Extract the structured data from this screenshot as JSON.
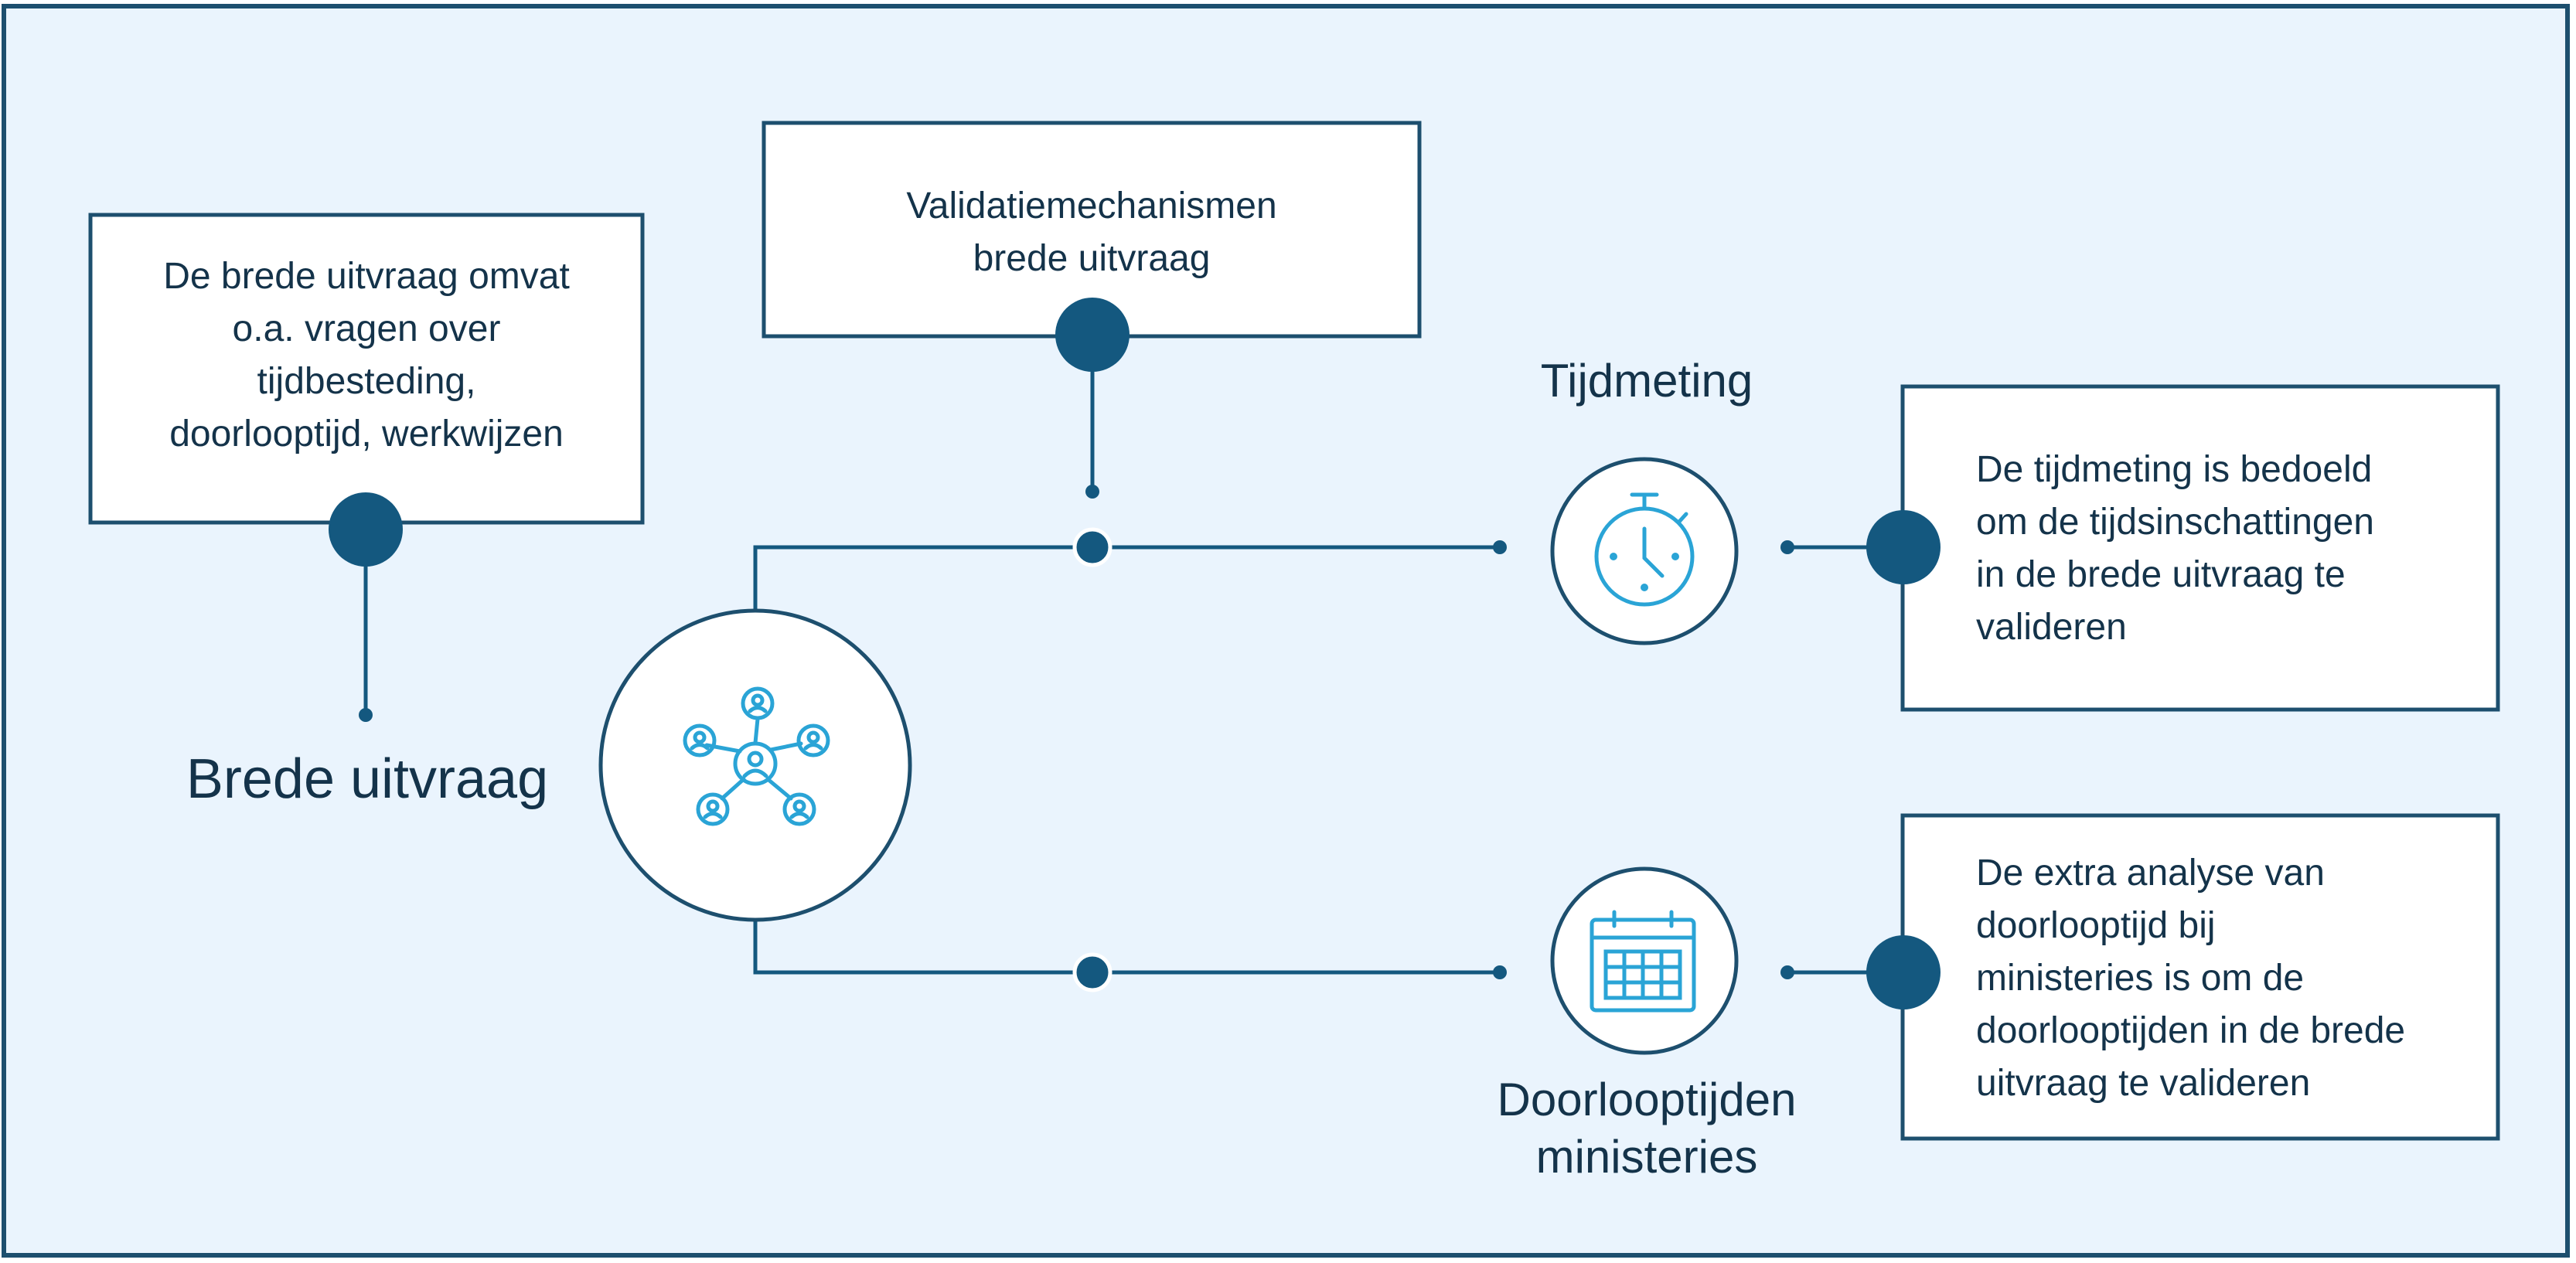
{
  "main_label": "Brede uitvraag",
  "intro_box": "De brede uitvraag omvat\no.a. vragen over\ntijdbesteding,\ndoorlooptijd, werkwijzen",
  "validation_box": "Validatiemechanismen\nbrede uitvraag",
  "branches": [
    {
      "label": "Tijdmeting",
      "icon": "stopwatch-icon",
      "description": "De tijdmeting is bedoeld\nom de tijdsinschattingen\nin de brede uitvraag te\nvalideren"
    },
    {
      "label": "Doorlooptijden\nministeries",
      "icon": "calendar-icon",
      "description": "De extra analyse van\ndoorlooptijd bij\nministeries is om de\ndoorlooptijden in de brede\nuitvraag te valideren"
    }
  ],
  "central_icon": "network-people-icon",
  "colors": {
    "background": "#eaf4fd",
    "border": "#1d4f6e",
    "node": "#14587f",
    "icon": "#2aa4d6",
    "text": "#14334a"
  }
}
